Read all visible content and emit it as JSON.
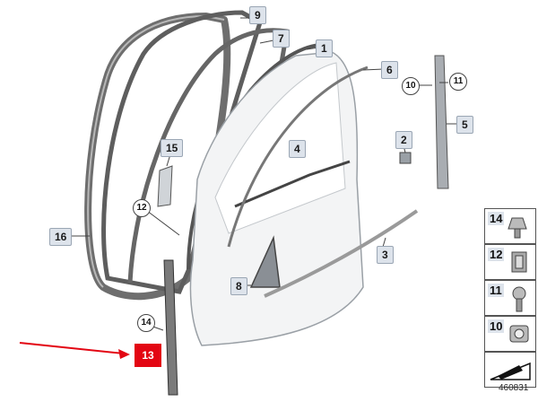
{
  "diagram": {
    "callouts": {
      "c1": "1",
      "c2": "2",
      "c3": "3",
      "c4": "4",
      "c5": "5",
      "c6": "6",
      "c7": "7",
      "c8": "8",
      "c9": "9",
      "c10": "10",
      "c11": "11",
      "c12": "12",
      "c14": "14",
      "c15": "15",
      "c16": "16"
    },
    "highlighted_callout": "13",
    "legend": [
      "14",
      "12",
      "11",
      "10"
    ],
    "reference_number": "460831",
    "colors": {
      "highlight": "#e30613",
      "callout_bg": "#dde3eb",
      "seal": "#6e6e6e",
      "door_fill": "#f3f4f5",
      "arrow": "#e30613"
    }
  }
}
